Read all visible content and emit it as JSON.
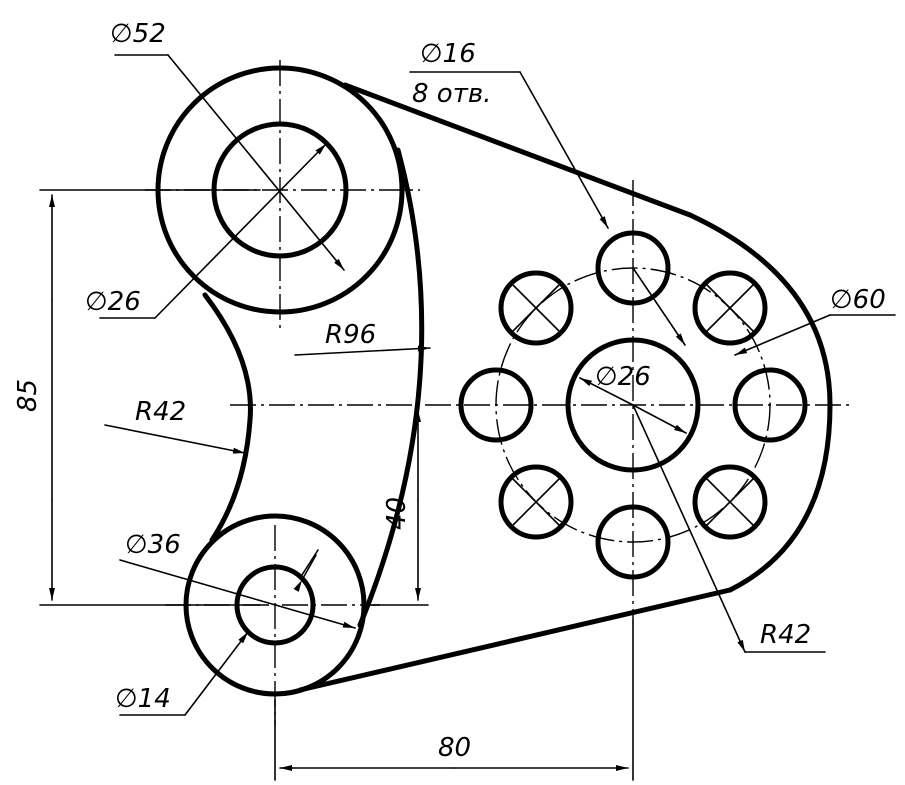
{
  "drawing": {
    "dimensions": {
      "d52": "∅52",
      "d16": "∅16",
      "holes": "8 отв.",
      "d26_top": "∅26",
      "r96": "R96",
      "d60": "∅60",
      "d26_center": "∅26",
      "h85": "85",
      "r42_left": "R42",
      "v40": "40",
      "d36": "∅36",
      "d14": "∅14",
      "r42_bottom": "R42",
      "w80": "80"
    }
  }
}
